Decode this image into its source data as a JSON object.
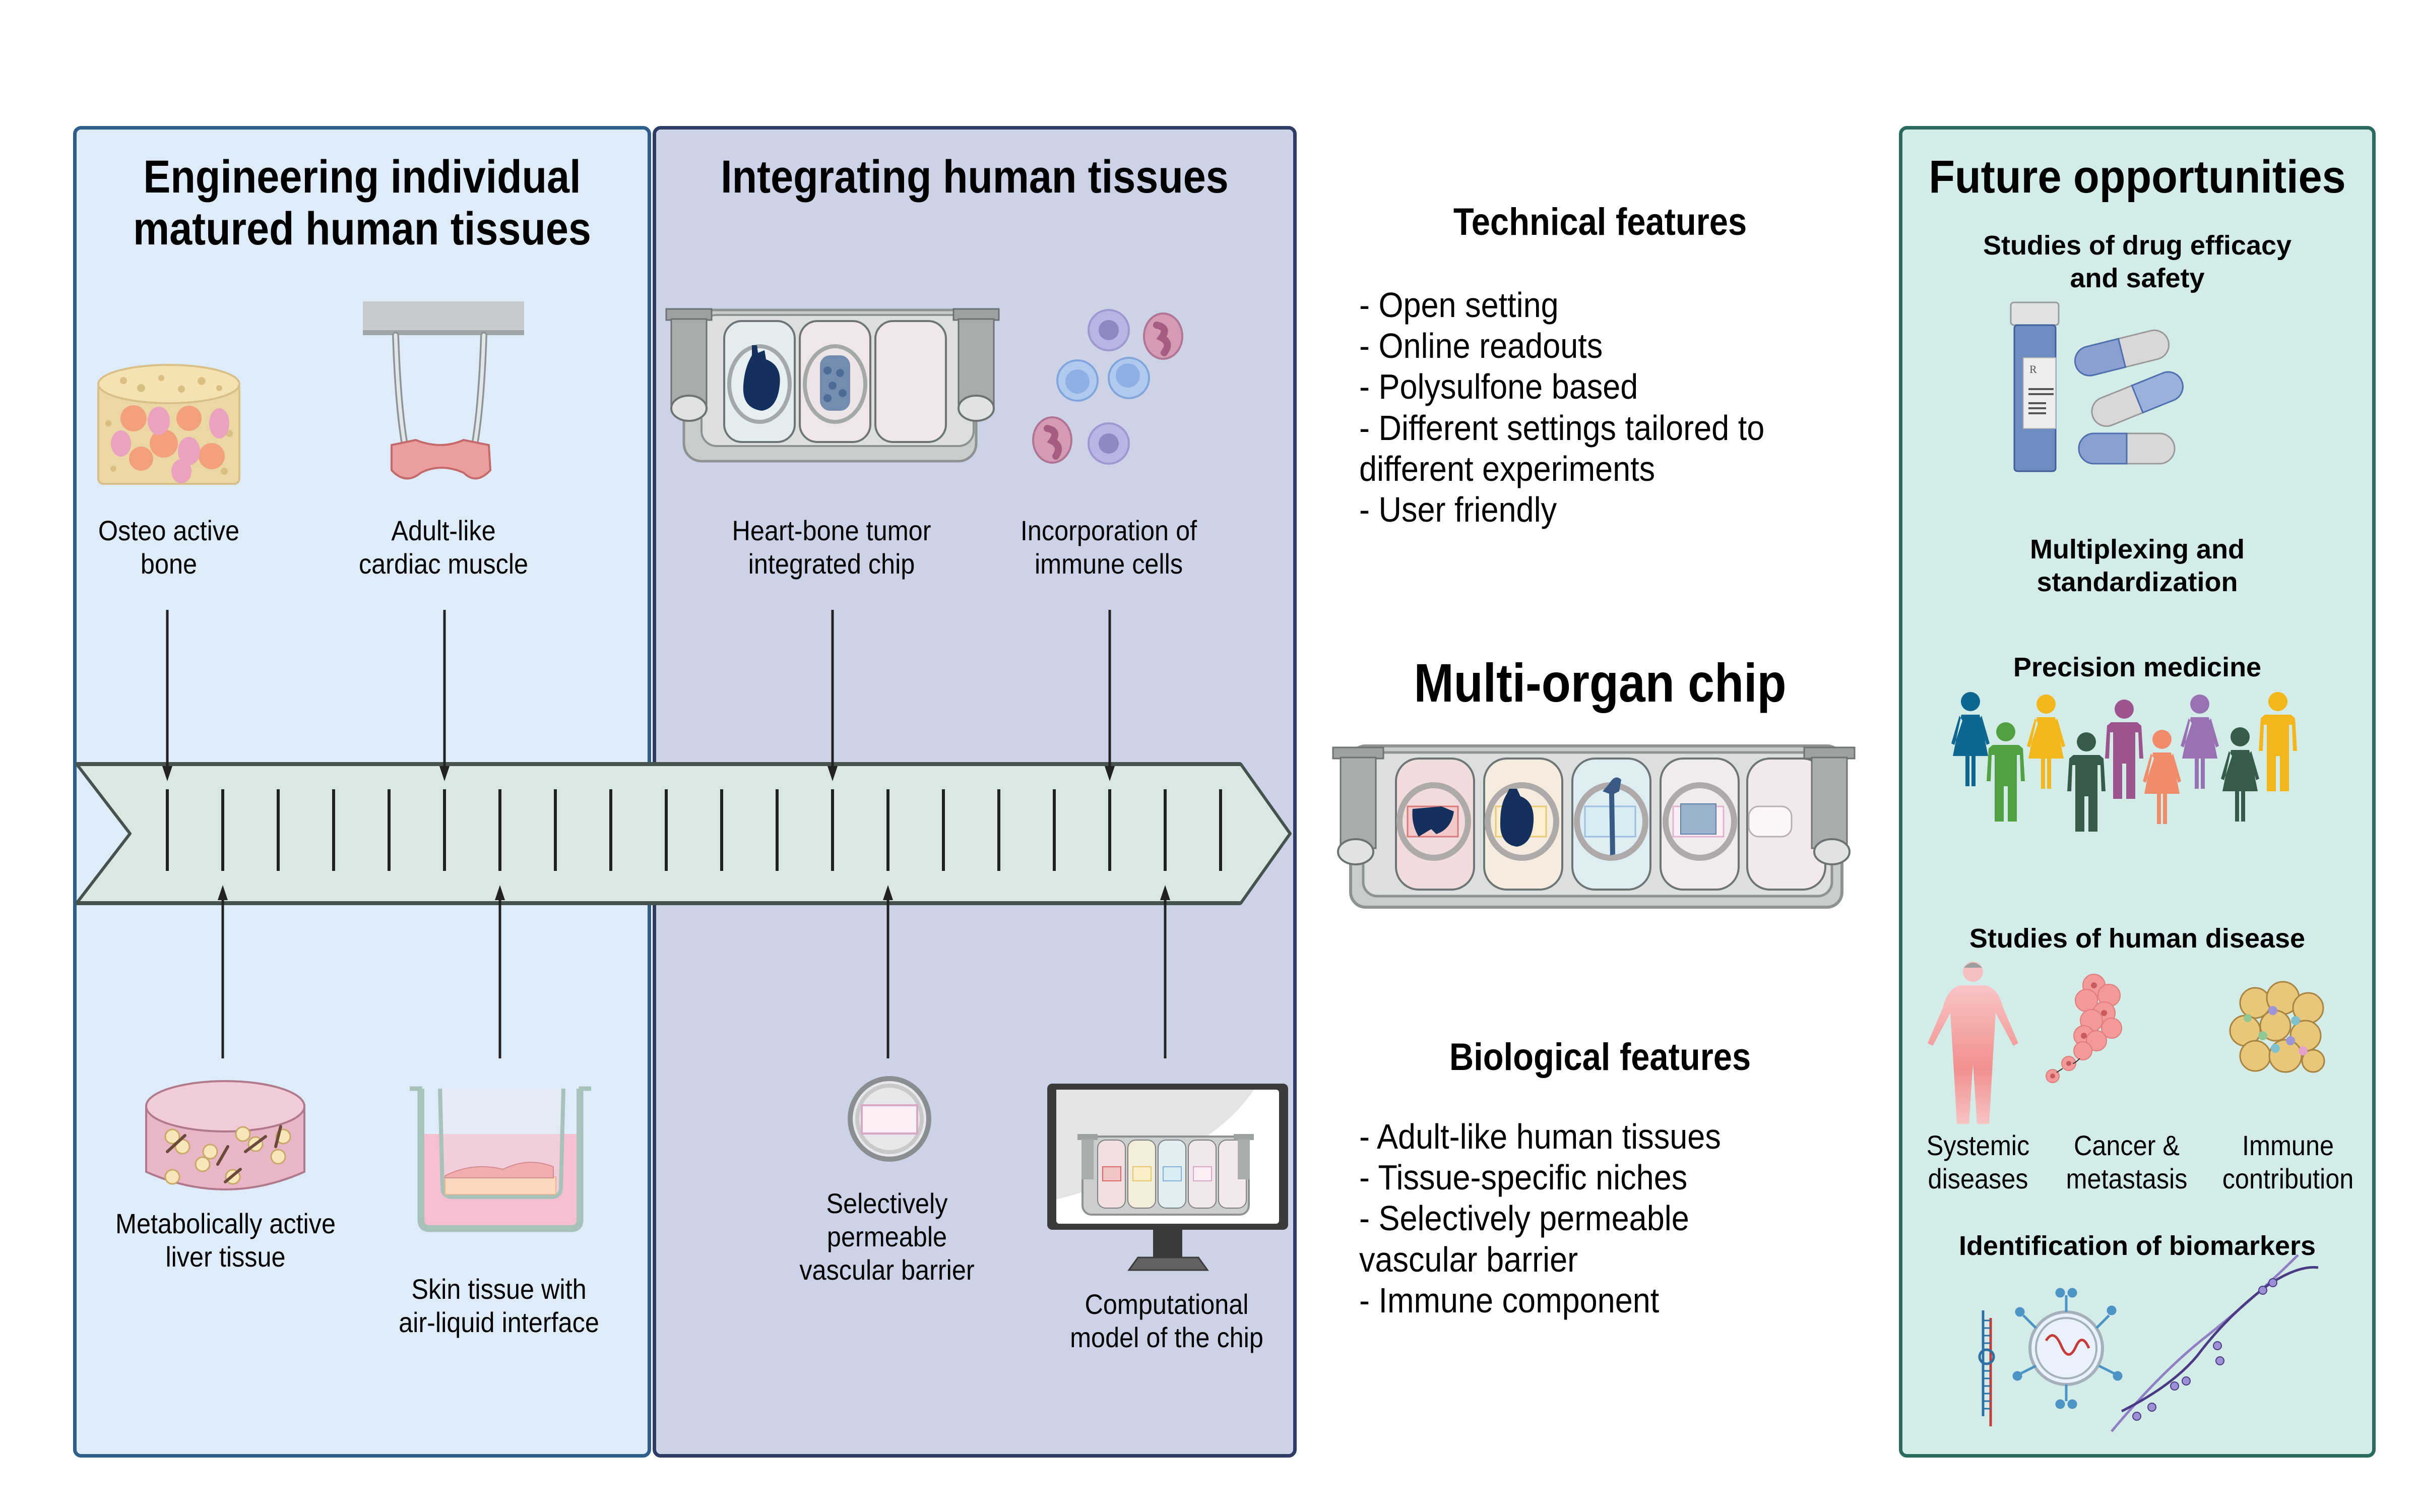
{
  "panels": {
    "engineering": {
      "title_line1": "Engineering individual",
      "title_line2": "matured human tissues",
      "top_items": [
        {
          "line1": "Osteo active",
          "line2": "bone",
          "icon": "bone-scaffold-icon"
        },
        {
          "line1": "Adult-like",
          "line2": "cardiac muscle",
          "icon": "cardiac-muscle-construct-icon"
        }
      ],
      "bottom_items": [
        {
          "line1": "Metabolically active",
          "line2": "liver tissue",
          "icon": "liver-hydrogel-icon"
        },
        {
          "line1": "Skin tissue with",
          "line2": "air-liquid interface",
          "icon": "transwell-skin-icon"
        }
      ]
    },
    "integrating": {
      "title": "Integrating human tissues",
      "top_items": [
        {
          "line1": "Heart-bone tumor",
          "line2": "integrated chip",
          "icon": "heart-bone-chip-icon"
        },
        {
          "line1": "Incorporation of",
          "line2": "immune cells",
          "icon": "immune-cells-icon"
        }
      ],
      "bottom_items": [
        {
          "line1": "Selectively",
          "line2": "permeable",
          "line3": "vascular barrier",
          "icon": "membrane-well-icon"
        },
        {
          "line1": "Computational",
          "line2": "model of the chip",
          "icon": "monitor-icon"
        }
      ]
    },
    "future": {
      "title": "Future opportunities",
      "sections": [
        {
          "line1": "Studies of drug efficacy",
          "line2": "and safety",
          "icon": "pill-bottle-icon"
        },
        {
          "line1": "Multiplexing and",
          "line2": "standardization"
        },
        {
          "line1": "Precision medicine",
          "icon": "people-group-icon"
        },
        {
          "line1": "Studies of human disease"
        },
        {
          "line1": "Identification of biomarkers",
          "icon": "biomarkers-icon"
        }
      ],
      "disease_items": [
        {
          "line1": "Systemic",
          "line2": "diseases",
          "icon": "human-body-icon"
        },
        {
          "line1": "Cancer &",
          "line2": "metastasis",
          "icon": "tumor-cells-icon"
        },
        {
          "line1": "Immune",
          "line2": "contribution",
          "icon": "adipose-immune-icon"
        }
      ]
    }
  },
  "center": {
    "technical": {
      "title": "Technical features",
      "items": [
        "- Open setting",
        "- Online readouts",
        "- Polysulfone based",
        "- Different settings tailored to",
        "different experiments",
        "- User friendly"
      ]
    },
    "chip_title": "Multi-organ chip",
    "chip_compartments": [
      "liver",
      "heart",
      "bone",
      "skin",
      "empty"
    ],
    "biological": {
      "title": "Biological features",
      "items": [
        "- Adult-like human tissues",
        "- Tissue-specific niches",
        "- Selectively permeable",
        "vascular barrier",
        "- Immune component"
      ]
    }
  },
  "timeline": {
    "tick_count": 20,
    "down_arrows_at_ticks": [
      0,
      5,
      12,
      17
    ],
    "up_arrows_at_ticks": [
      1,
      6,
      13,
      18
    ]
  },
  "colors": {
    "engineering_bg": "#deebf8",
    "integrating_bg": "#cdd3e7",
    "future_bg": "#d4ece8",
    "timeline_fill": "#d9e8e4",
    "timeline_stroke": "#45534f"
  }
}
